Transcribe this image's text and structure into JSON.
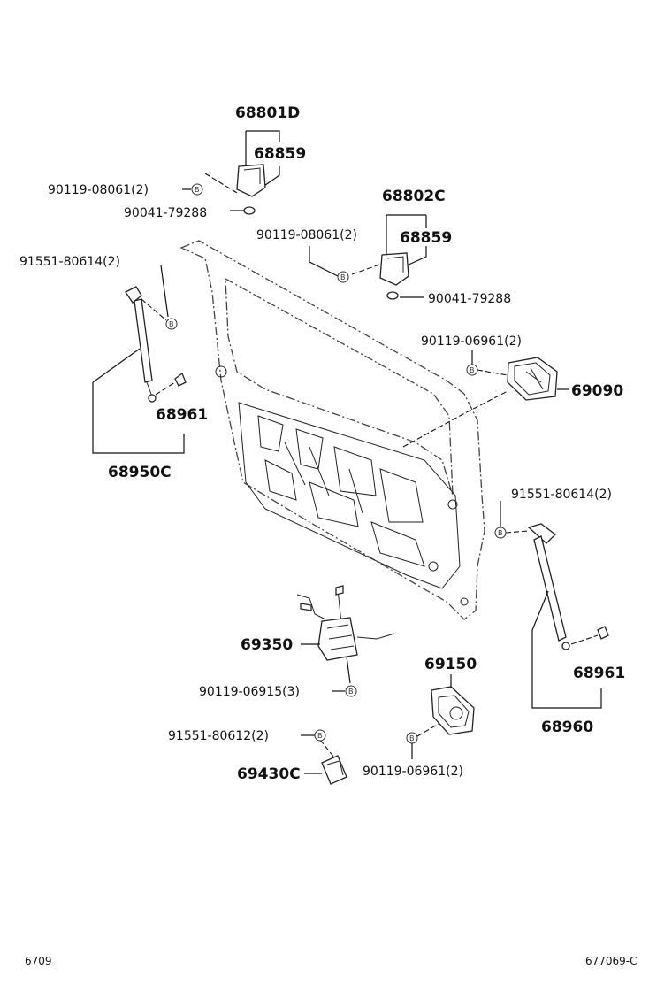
{
  "labels": {
    "p68801D": "68801D",
    "p68859a": "68859",
    "p90119_08061a": "90119-08061(2)",
    "p90041_79288a": "90041-79288",
    "p68802C": "68802C",
    "p90119_08061b": "90119-08061(2)",
    "p68859b": "68859",
    "p90041_79288b": "90041-79288",
    "p91551_80614a": "91551-80614(2)",
    "p68961a": "68961",
    "p68950C": "68950C",
    "p90119_06961a": "90119-06961(2)",
    "p69090": "69090",
    "p91551_80614b": "91551-80614(2)",
    "p69350": "69350",
    "p90119_06915": "90119-06915(3)",
    "p69150": "69150",
    "p68961b": "68961",
    "p68960": "68960",
    "p91551_80612": "91551-80612(2)",
    "p69430C": "69430C",
    "p90119_06961b": "90119-06961(2)"
  },
  "bolt_marker": "B",
  "footer": {
    "left": "6709",
    "right": "677069-C"
  }
}
